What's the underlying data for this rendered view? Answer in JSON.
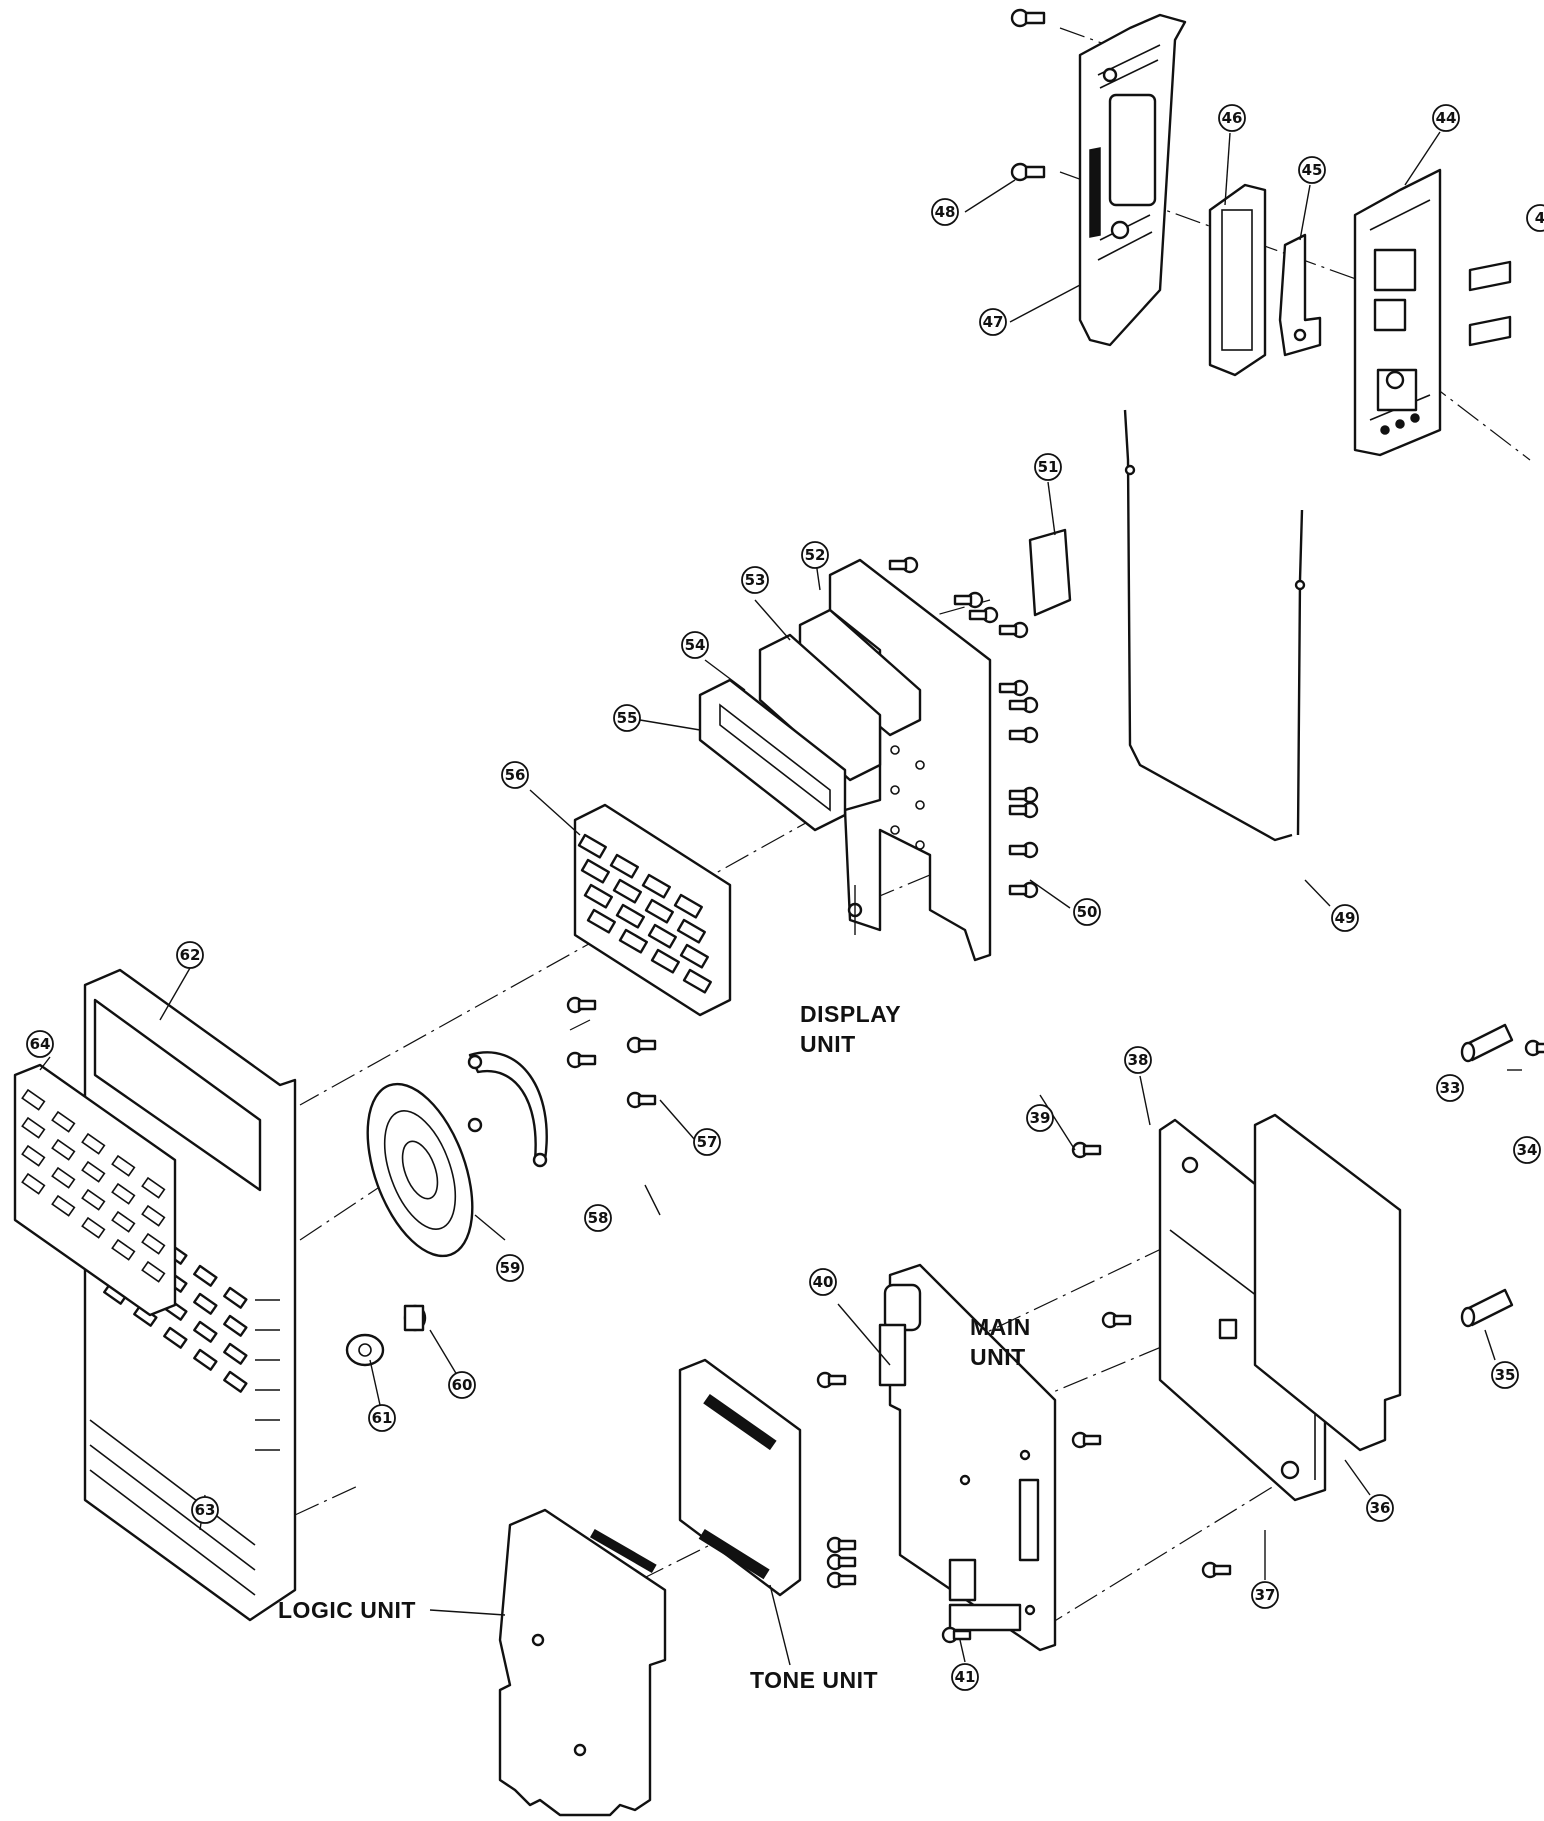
{
  "units": {
    "display": [
      "DISPLAY",
      "UNIT"
    ],
    "main": [
      "MAIN",
      "UNIT"
    ],
    "logic": "LOGIC UNIT",
    "tone": "TONE UNIT"
  },
  "parts": {
    "p33": "33",
    "p34": "34",
    "p35": "35",
    "p36": "36",
    "p37": "37",
    "p38": "38",
    "p39": "39",
    "p40": "40",
    "p41": "41",
    "p44": "44",
    "p45": "45",
    "p46": "46",
    "p47": "47",
    "p48": "48",
    "p49": "49",
    "p50": "50",
    "p51": "51",
    "p52": "52",
    "p53": "53",
    "p54": "54",
    "p55": "55",
    "p56": "56",
    "p57": "57",
    "p58": "58",
    "p59": "59",
    "p60": "60",
    "p61": "61",
    "p62": "62",
    "p63": "63",
    "p64": "64",
    "p4x": "4"
  }
}
